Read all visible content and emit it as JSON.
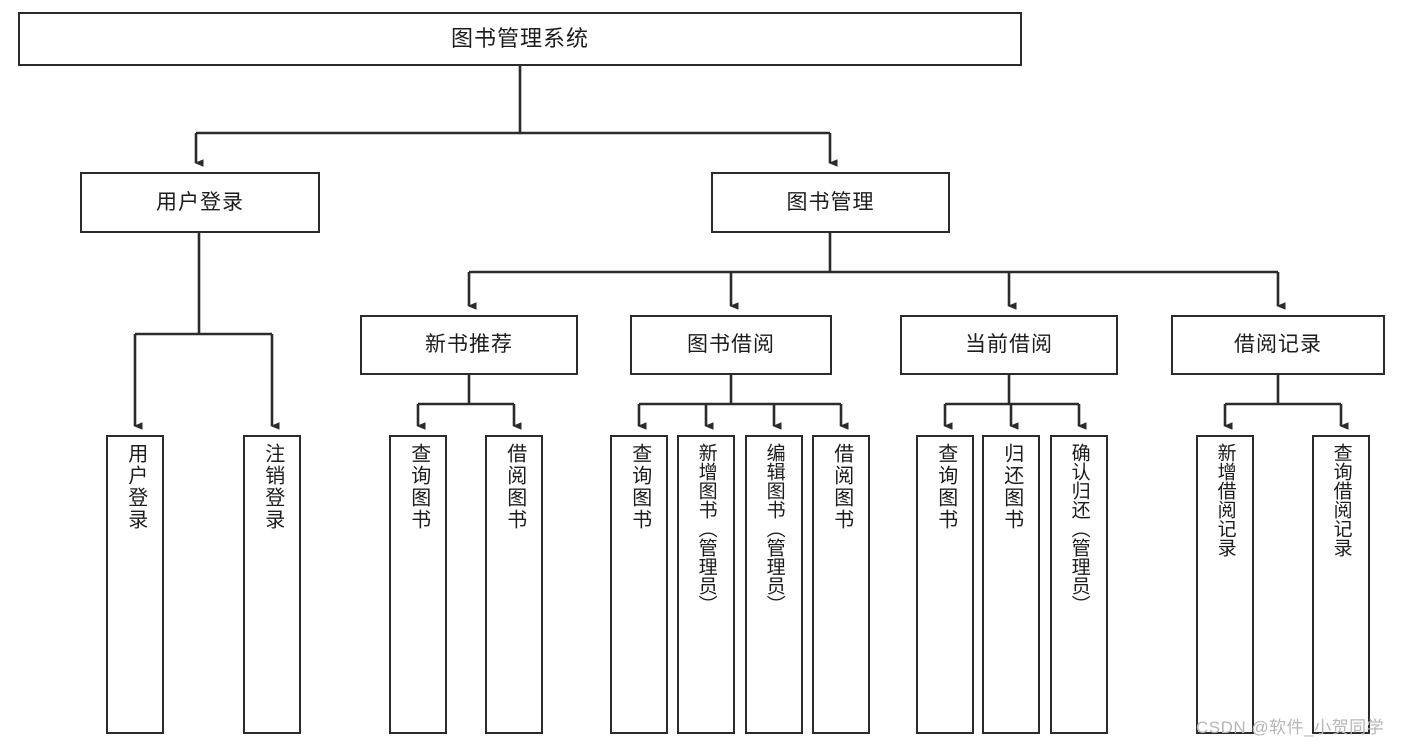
{
  "diagram": {
    "title": "图书管理系统",
    "type": "hierarchy-tree",
    "colors": {
      "box_border": "#2b2b2b",
      "box_fill": "#ffffff",
      "edge": "#2b2b2b",
      "text": "#1c1c1c",
      "watermark": "#b6b6b6"
    },
    "levels": [
      {
        "level": 0,
        "nodes": [
          {
            "id": "root",
            "label": "图书管理系统",
            "orientation": "horizontal"
          }
        ]
      },
      {
        "level": 1,
        "nodes": [
          {
            "id": "login",
            "label": "用户登录",
            "orientation": "horizontal"
          },
          {
            "id": "bookmgmt",
            "label": "图书管理",
            "orientation": "horizontal"
          }
        ]
      },
      {
        "level": 2,
        "nodes": [
          {
            "id": "recommend",
            "label": "新书推荐",
            "orientation": "horizontal"
          },
          {
            "id": "borrow",
            "label": "图书借阅",
            "orientation": "horizontal"
          },
          {
            "id": "current",
            "label": "当前借阅",
            "orientation": "horizontal"
          },
          {
            "id": "records",
            "label": "借阅记录",
            "orientation": "horizontal"
          }
        ]
      },
      {
        "level": 3,
        "nodes": [
          {
            "id": "leaf-1",
            "parent": "login",
            "label": "用户登录",
            "orientation": "vertical"
          },
          {
            "id": "leaf-2",
            "parent": "login",
            "label": "注销登录",
            "orientation": "vertical"
          },
          {
            "id": "leaf-3",
            "parent": "recommend",
            "label": "查询图书",
            "orientation": "vertical"
          },
          {
            "id": "leaf-4",
            "parent": "recommend",
            "label": "借阅图书",
            "orientation": "vertical"
          },
          {
            "id": "leaf-5",
            "parent": "borrow",
            "label": "查询图书",
            "orientation": "vertical"
          },
          {
            "id": "leaf-6",
            "parent": "borrow",
            "label": "新增图书（管理员）",
            "orientation": "vertical"
          },
          {
            "id": "leaf-7",
            "parent": "borrow",
            "label": "编辑图书（管理员）",
            "orientation": "vertical"
          },
          {
            "id": "leaf-8",
            "parent": "borrow",
            "label": "借阅图书",
            "orientation": "vertical"
          },
          {
            "id": "leaf-9",
            "parent": "current",
            "label": "查询图书",
            "orientation": "vertical"
          },
          {
            "id": "leaf-10",
            "parent": "current",
            "label": "归还图书",
            "orientation": "vertical"
          },
          {
            "id": "leaf-11",
            "parent": "current",
            "label": "确认归还（管理员）",
            "orientation": "vertical"
          },
          {
            "id": "leaf-12",
            "parent": "records",
            "label": "新增借阅记录",
            "orientation": "vertical"
          },
          {
            "id": "leaf-13",
            "parent": "records",
            "label": "查询借阅记录",
            "orientation": "vertical"
          }
        ]
      }
    ],
    "watermark": "CSDN @软件_小贺同学"
  }
}
